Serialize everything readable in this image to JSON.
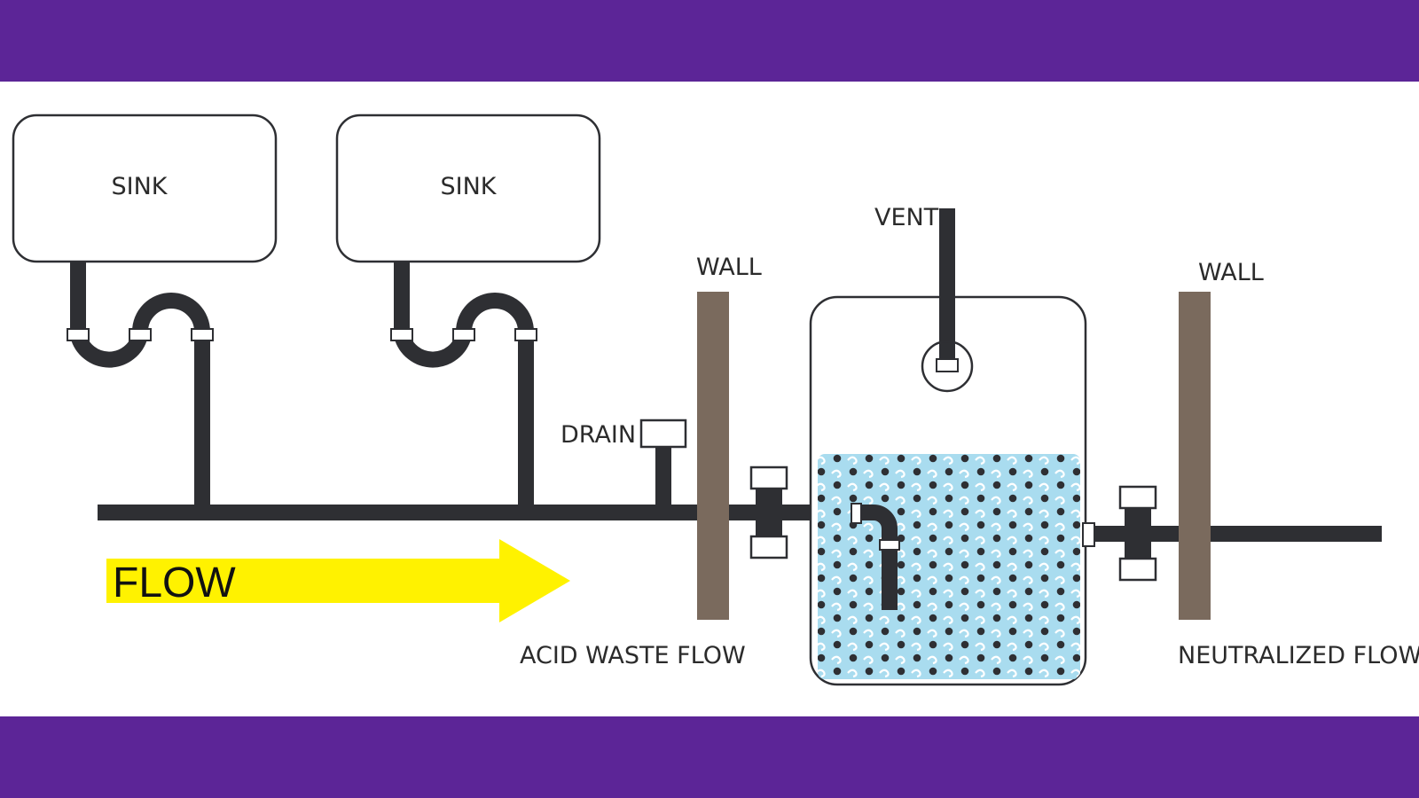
{
  "colors": {
    "band": "#5c2597",
    "pipe": "#2e2f33",
    "wall": "#7a6a5d",
    "water": "#a9dcef",
    "arrow": "#fff200",
    "outline": "#2e2f33"
  },
  "labels": {
    "sink_1": "SINK",
    "sink_2": "SINK",
    "vent": "VENT",
    "wall_left": "WALL",
    "wall_right": "WALL",
    "drain": "DRAIN",
    "flow": "FLOW",
    "acid_waste_flow": "ACID WASTE FLOW",
    "neutralized_flow": "NEUTRALIZED FLOW"
  },
  "icons": {
    "flow_arrow": "right-arrow-icon",
    "tank_media": "limestone-chips-pattern"
  }
}
